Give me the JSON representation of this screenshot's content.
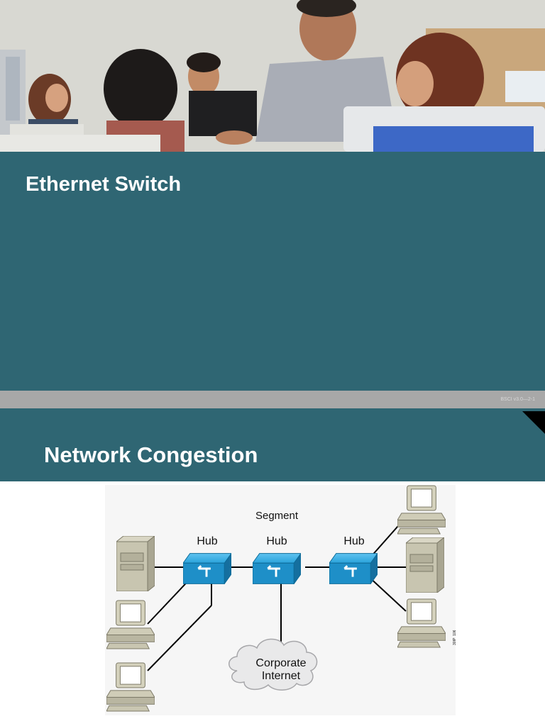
{
  "slide1": {
    "title": "Ethernet Switch",
    "footer_code": "BSCI v3.0—2-1"
  },
  "slide2": {
    "title": "Network Congestion",
    "diagram": {
      "segment_label": "Segment",
      "hub_labels": [
        "Hub",
        "Hub",
        "Hub"
      ],
      "cloud_line1": "Corporate",
      "cloud_line2": "Internet",
      "figure_id": "30IP_106"
    }
  },
  "colors": {
    "slide_background": "#2f6673",
    "footer_bar": "#a8a8a8",
    "hub_blue": "#1f9bd6"
  },
  "icons": [
    "classroom-photo",
    "server-icon",
    "workstation-icon",
    "hub-icon",
    "cloud-icon"
  ]
}
